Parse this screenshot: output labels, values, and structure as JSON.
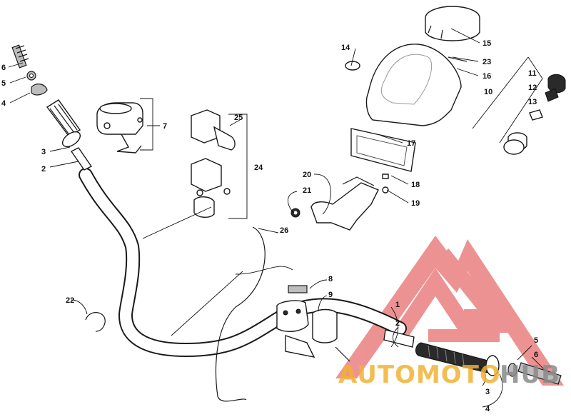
{
  "callouts": [
    {
      "id": "c6a",
      "text": "6"
    },
    {
      "id": "c5a",
      "text": "5"
    },
    {
      "id": "c4a",
      "text": "4"
    },
    {
      "id": "c3a",
      "text": "3"
    },
    {
      "id": "c2a",
      "text": "2"
    },
    {
      "id": "c7",
      "text": "7"
    },
    {
      "id": "c25",
      "text": "25"
    },
    {
      "id": "c24",
      "text": "24"
    },
    {
      "id": "c14",
      "text": "14"
    },
    {
      "id": "c15",
      "text": "15"
    },
    {
      "id": "c23",
      "text": "23"
    },
    {
      "id": "c16",
      "text": "16"
    },
    {
      "id": "c10",
      "text": "10"
    },
    {
      "id": "c11",
      "text": "11"
    },
    {
      "id": "c12",
      "text": "12"
    },
    {
      "id": "c13",
      "text": "13"
    },
    {
      "id": "c17",
      "text": "17"
    },
    {
      "id": "c18",
      "text": "18"
    },
    {
      "id": "c19",
      "text": "19"
    },
    {
      "id": "c20",
      "text": "20"
    },
    {
      "id": "c21",
      "text": "21"
    },
    {
      "id": "c26",
      "text": "26"
    },
    {
      "id": "c22",
      "text": "22"
    },
    {
      "id": "c8",
      "text": "8"
    },
    {
      "id": "c9",
      "text": "9"
    },
    {
      "id": "c1",
      "text": "1"
    },
    {
      "id": "c2b",
      "text": "2"
    },
    {
      "id": "c5b",
      "text": "5"
    },
    {
      "id": "c6b",
      "text": "6"
    },
    {
      "id": "c3b",
      "text": "3"
    },
    {
      "id": "c4b",
      "text": "4"
    }
  ],
  "watermark": {
    "part1": "AUTOMOTO",
    "part2": "HUB",
    "colors": {
      "triangle": "#e03a3a",
      "text1": "#f2b233",
      "text2": "#8a8a8a"
    }
  }
}
